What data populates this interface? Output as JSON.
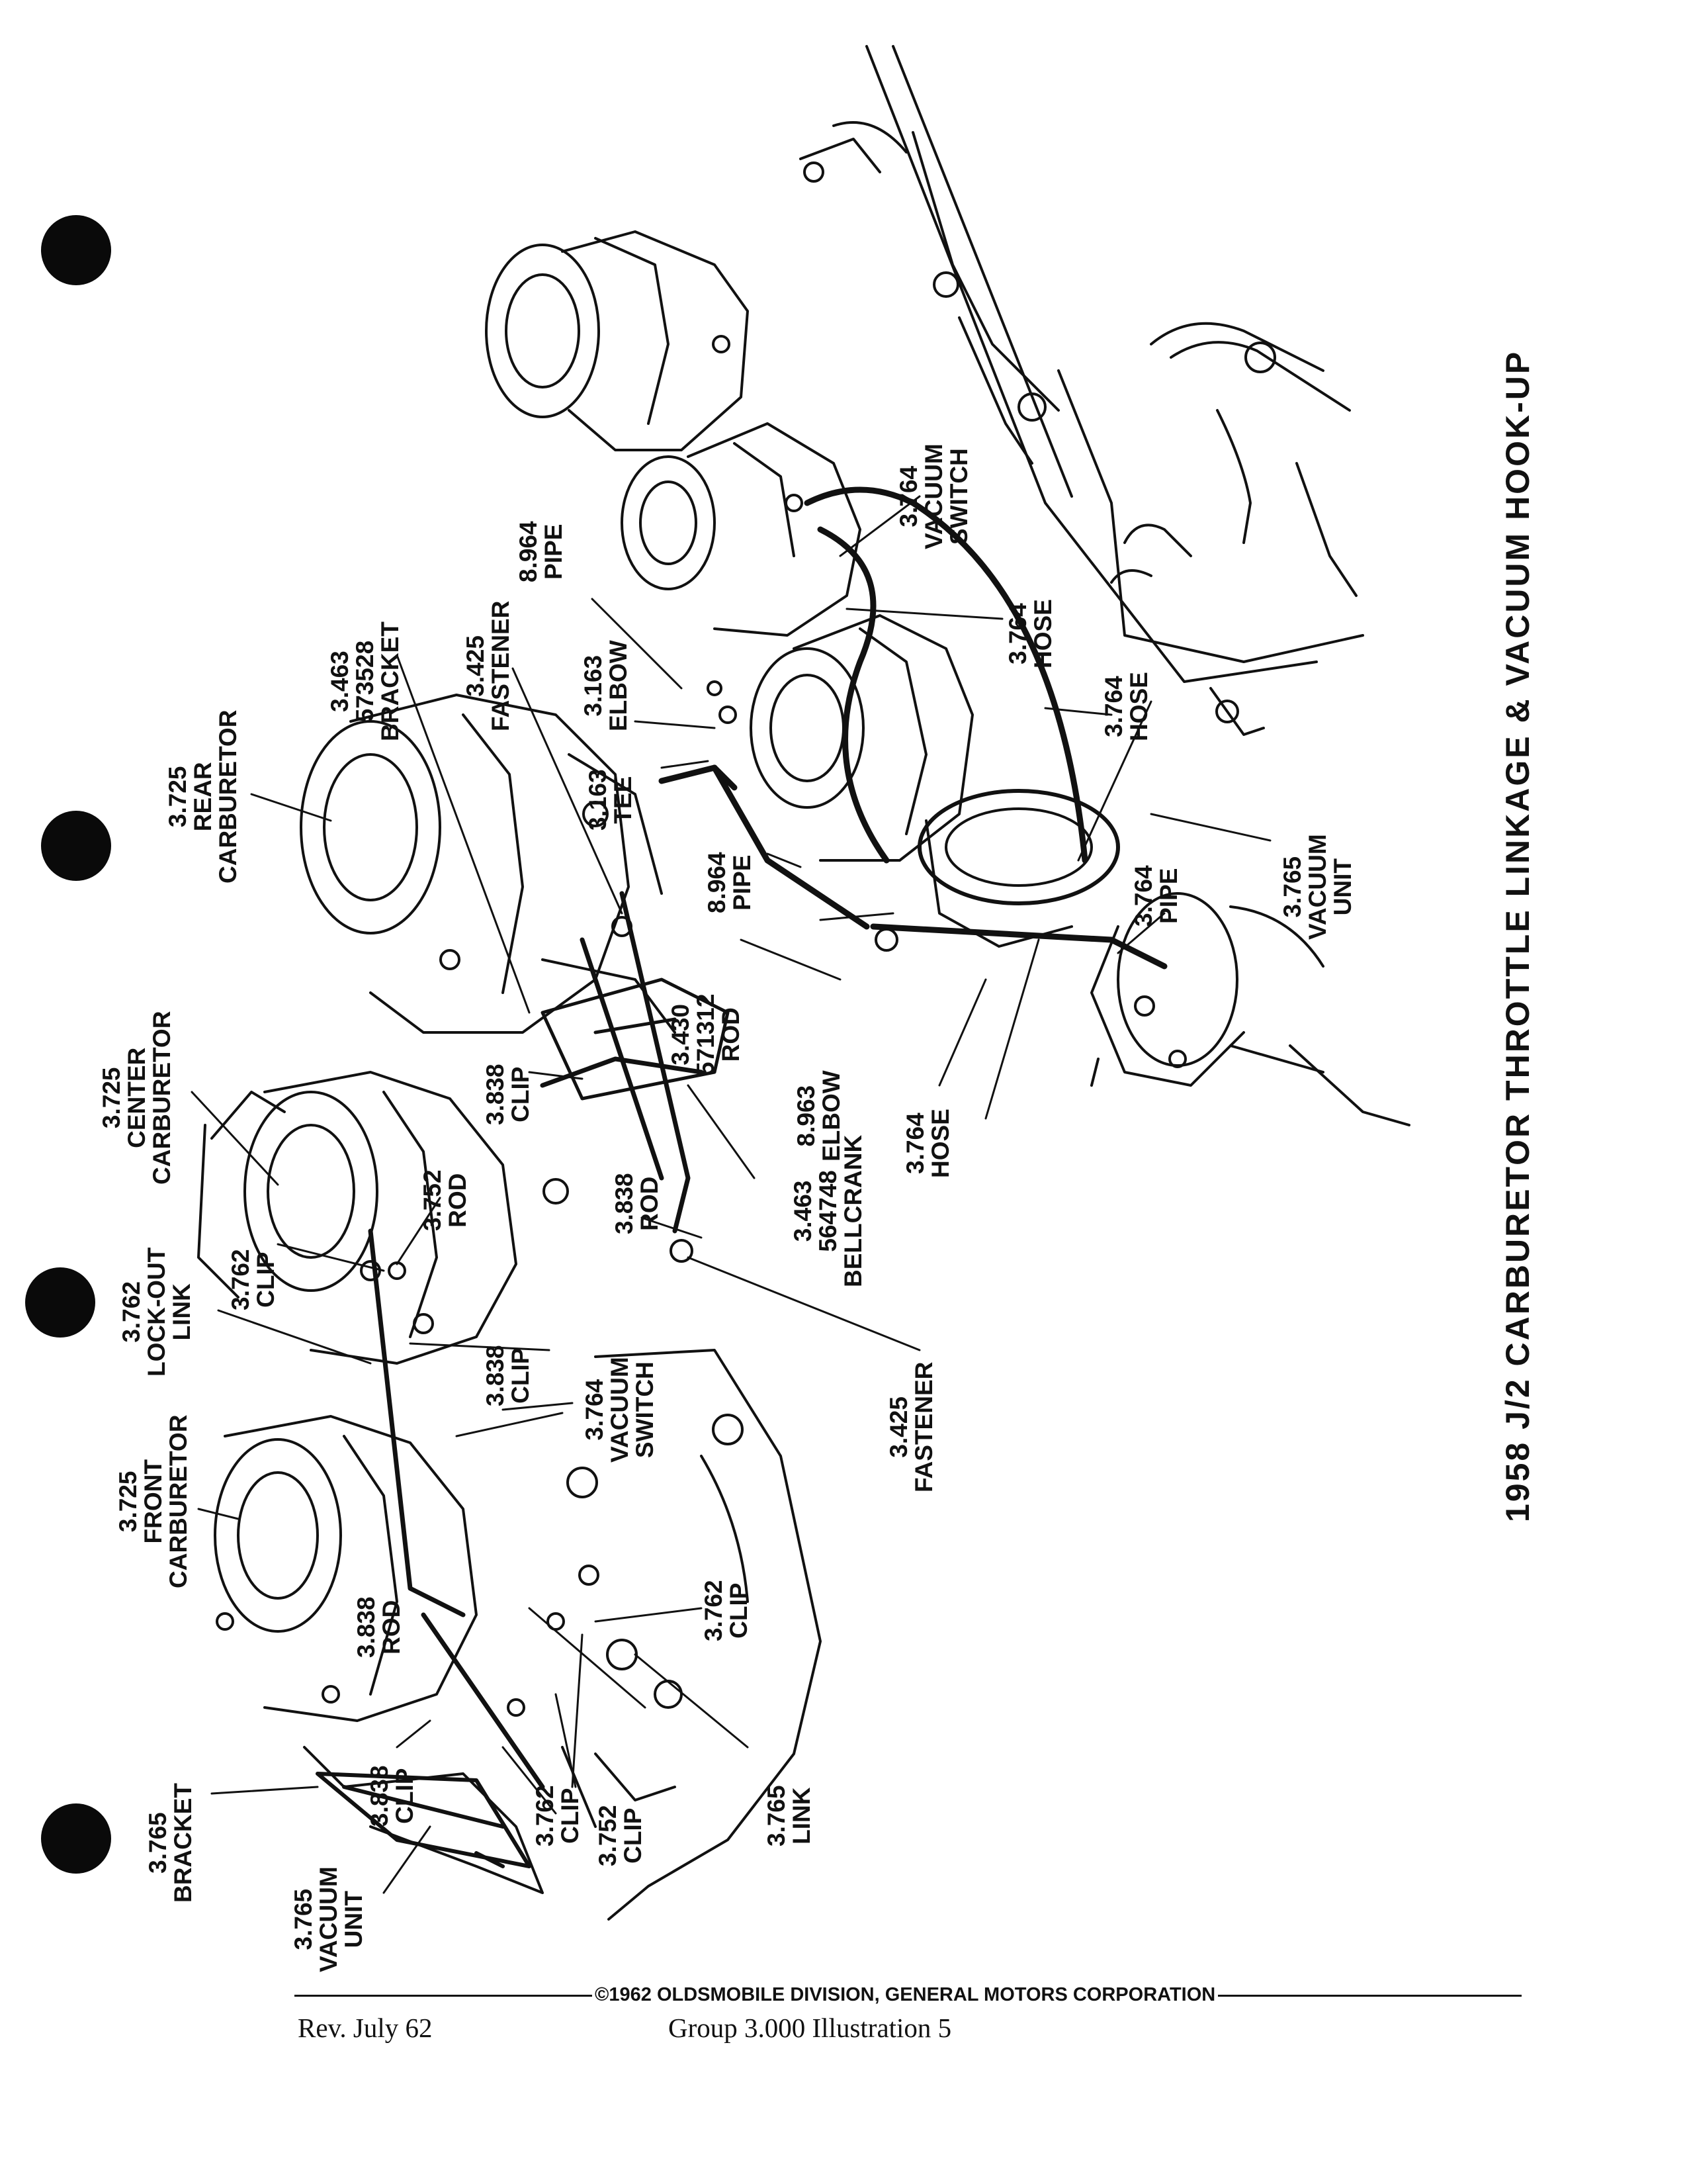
{
  "title": "1958 J/2 CARBURETOR THROTTLE LINKAGE & VACUUM HOOK-UP",
  "copyright": "©1962 OLDSMOBILE DIVISION, GENERAL MOTORS CORPORATION",
  "revision": "Rev. July  62",
  "group": "Group  3.000  Illustration  5",
  "labels": {
    "front_carb": [
      "3.725",
      "FRONT",
      "CARBURETOR"
    ],
    "lockout_link": [
      "3.762",
      "LOCK-OUT",
      "LINK"
    ],
    "clip_3762_a": [
      "3.762",
      "CLIP"
    ],
    "center_carb": [
      "3.725",
      "CENTER",
      "CARBURETOR"
    ],
    "rod_3752": [
      "3.752",
      "ROD"
    ],
    "rear_carb": [
      "3.725",
      "REAR",
      "CARBURETOR"
    ],
    "clip_3838_a": [
      "3.838",
      "CLIP"
    ],
    "bracket_3463": [
      "3.463",
      "573528",
      "BRACKET"
    ],
    "fastener_3425_a": [
      "3.425",
      "FASTENER"
    ],
    "elbow_3163": [
      "3.163",
      "ELBOW"
    ],
    "tee_3163": [
      "3.163",
      "TEE"
    ],
    "pipe_8964_a": [
      "8.964",
      "PIPE"
    ],
    "vacuum_switch_a": [
      "3.764",
      "VACUUM",
      "SWITCH"
    ],
    "hose_3764_a": [
      "3.764",
      "HOSE"
    ],
    "hose_3764_b": [
      "3.764",
      "HOSE"
    ],
    "pipe_8964_b": [
      "8.964",
      "PIPE"
    ],
    "rod_3430": [
      "3.430",
      "571312",
      "ROD"
    ],
    "vacuum_unit_a": [
      "3.765",
      "VACUUM",
      "UNIT"
    ],
    "pipe_3764": [
      "3.764",
      "PIPE"
    ],
    "elbow_8963": [
      "8.963",
      "ELBOW"
    ],
    "hose_3764_c": [
      "3.764",
      "HOSE"
    ],
    "bellcrank": [
      "3.463",
      "564748",
      "BELLCRANK"
    ],
    "rod_3838": [
      "3.838",
      "ROD"
    ],
    "fastener_3425_b": [
      "3.425",
      "FASTENER"
    ],
    "clip_3838_b": [
      "3.838",
      "CLIP"
    ],
    "vacuum_switch_b": [
      "3.764",
      "VACUUM",
      "SWITCH"
    ],
    "rod_3838_b": [
      "3.838",
      "ROD"
    ],
    "clip_3762_b": [
      "3.762",
      "CLIP"
    ],
    "clip_3838_c": [
      "3.838",
      "CLIP"
    ],
    "clip_3752": [
      "3.752",
      "CLIP"
    ],
    "clip_3762_c": [
      "3.762",
      "CLIP"
    ],
    "link_3765": [
      "3.765",
      "LINK"
    ],
    "bracket_3765": [
      "3.765",
      "BRACKET"
    ],
    "vacuum_unit_b": [
      "3.765",
      "VACUUM",
      "UNIT"
    ]
  }
}
